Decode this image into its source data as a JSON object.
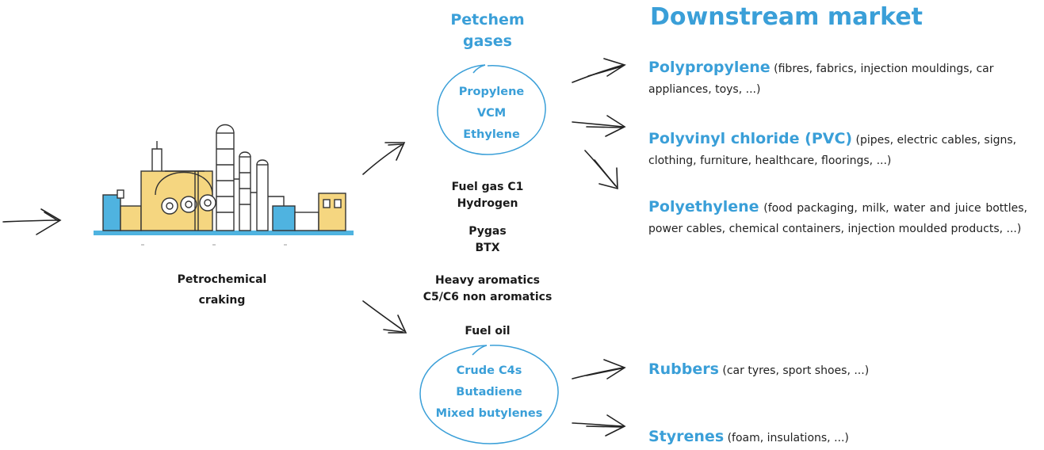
{
  "plant": {
    "label_line1": "Petrochemical",
    "label_line2": "craking"
  },
  "petchem": {
    "title_line1": "Petchem",
    "title_line2": "gases"
  },
  "gas_circle": [
    "Propylene",
    "VCM",
    "Ethylene"
  ],
  "other_products": {
    "group1": [
      "Fuel gas C1",
      "Hydrogen"
    ],
    "group2": [
      "Pygas",
      "BTX"
    ],
    "group3": [
      "Heavy aromatics",
      "C5/C6 non aromatics"
    ],
    "group4": [
      "Fuel oil"
    ]
  },
  "c4_circle": [
    "Crude C4s",
    "Butadiene",
    "Mixed butylenes"
  ],
  "downstream": {
    "title": "Downstream market",
    "products": [
      {
        "name": "Polypropylene",
        "desc": "(fibres, fabrics, injection mouldings, car appliances, toys, ...)"
      },
      {
        "name": "Polyvinyl chloride (PVC)",
        "desc": "(pipes, electric cables, signs, clothing, furniture, healthcare, floorings, ...)"
      },
      {
        "name": "Polyethylene",
        "desc": "(food packaging, milk, water and juice bottles, power cables, chemical containers, injection moulded products, ...)"
      },
      {
        "name": "Rubbers",
        "desc": "(car tyres, sport shoes, ...)"
      },
      {
        "name": "Styrenes",
        "desc": "(foam, insulations, ...)"
      }
    ]
  },
  "colors": {
    "accent": "#3a9fd8",
    "plant_yellow": "#f5d680",
    "plant_blue": "#4fb3e0",
    "ink": "#333333"
  },
  "icons": [
    "arrow-icon",
    "petrochemical-plant-icon",
    "circle-outline-icon"
  ]
}
